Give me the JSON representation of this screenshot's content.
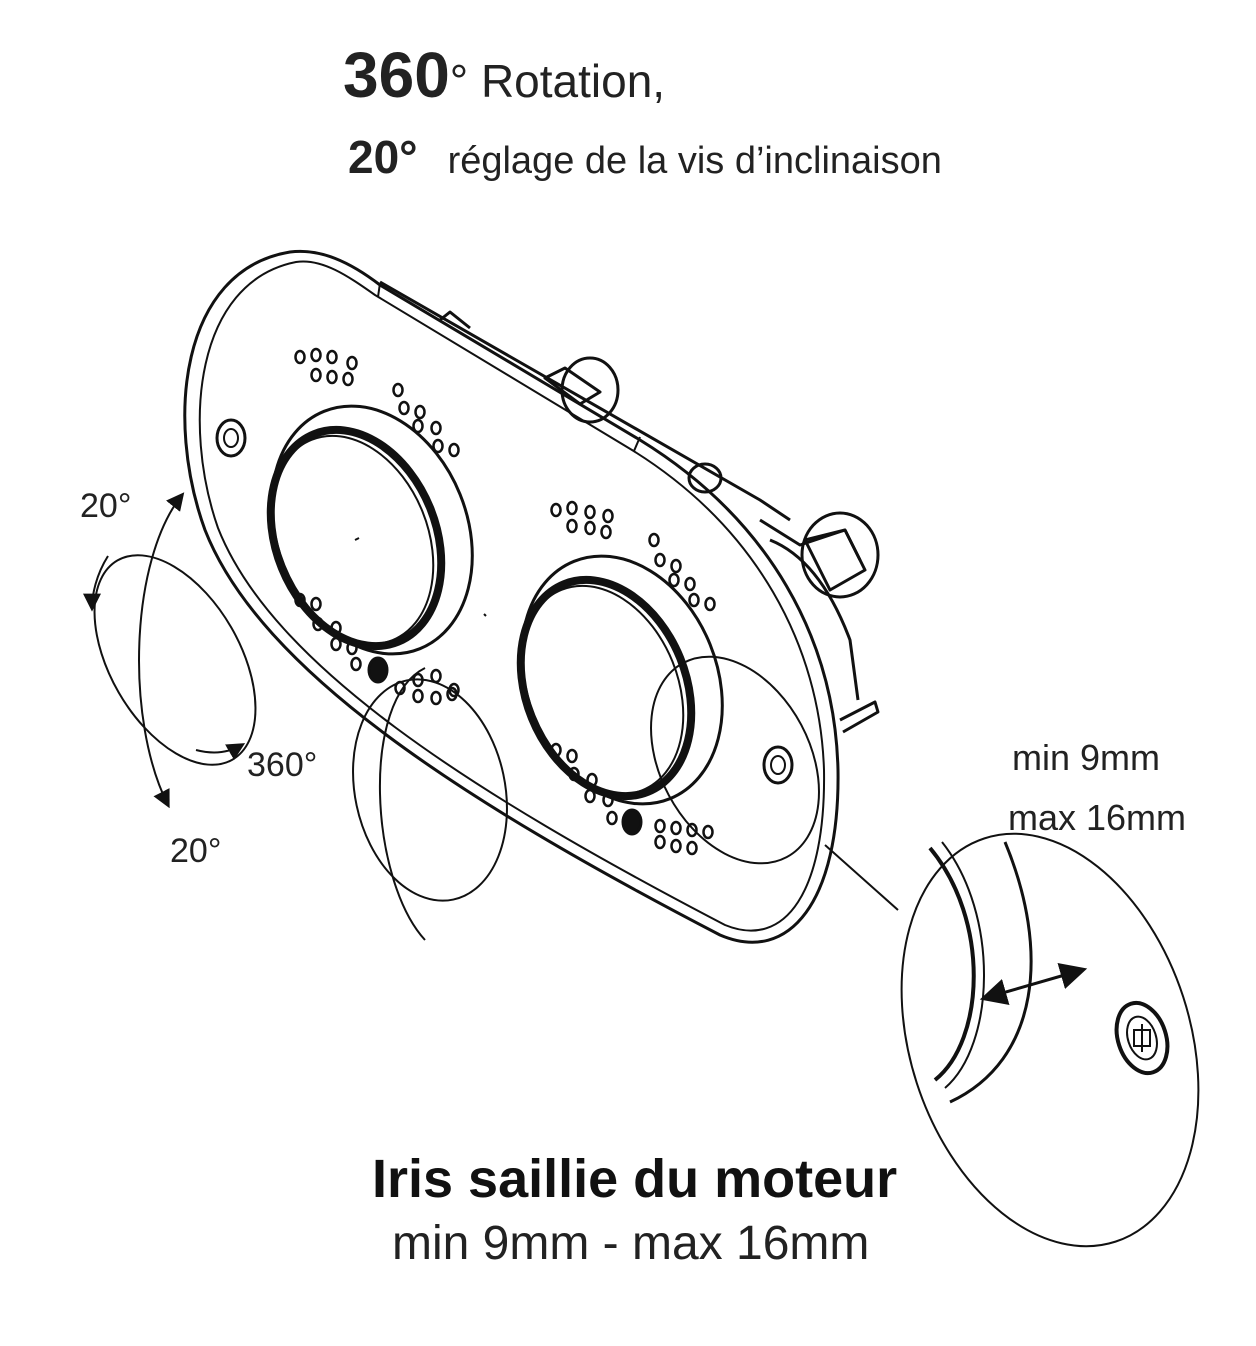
{
  "header": {
    "line1_value": "360",
    "line1_text": "° Rotation,",
    "line2_value": "20°",
    "line2_text": "réglage de la vis d’inclinaison"
  },
  "angle_labels": {
    "tilt_top": "20°",
    "rotation": "360°",
    "tilt_bottom": "20°"
  },
  "dimension_labels": {
    "min": "min 9mm",
    "max": "max 16mm"
  },
  "caption": {
    "title": "Iris saillie du moteur",
    "subtitle": "min 9mm - max 16mm"
  },
  "colors": {
    "line": "#111111",
    "background": "#ffffff"
  }
}
